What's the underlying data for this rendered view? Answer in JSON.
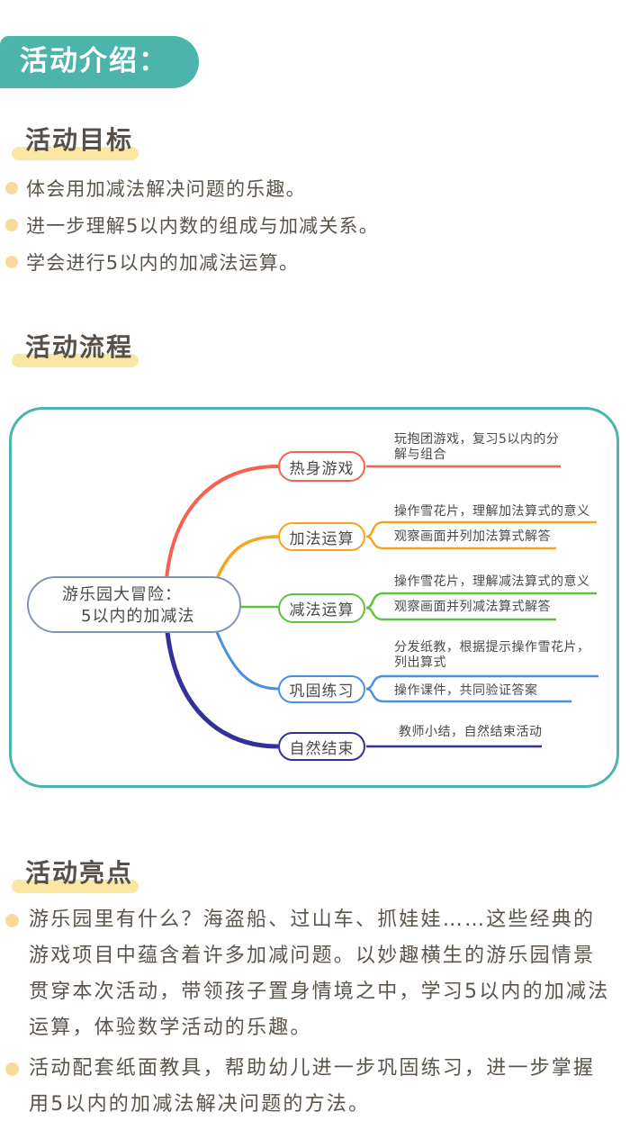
{
  "badge": "活动介绍：",
  "colors": {
    "accent_teal": "#4cb4ab",
    "heading_text": "#57504a",
    "highlight_yellow": "#fbe7a4",
    "bullet_yellow": "#f8db9a",
    "body_text": "#5b544b",
    "branch_red": "#f5604f",
    "branch_orange": "#f7a41c",
    "branch_green": "#5cc33a",
    "branch_blue": "#4a90e2",
    "branch_navy": "#34309b",
    "root_border": "#8395b5"
  },
  "sections": {
    "goals": {
      "heading": "活动目标",
      "items": [
        "体会用加减法解决问题的乐趣。",
        "进一步理解5以内数的组成与加减关系。",
        "学会进行5以内的加减法运算。"
      ]
    },
    "process": {
      "heading": "活动流程",
      "mindmap": {
        "root": {
          "line1": "游乐园大冒险：",
          "line2": "5以内的加减法"
        },
        "branches": [
          {
            "label": "热身游戏",
            "color": "#f5604f",
            "notes": [
              "玩抱团游戏，复习5以内的分解与组合"
            ]
          },
          {
            "label": "加法运算",
            "color": "#f7a41c",
            "notes": [
              "操作雪花片，理解加法算式的意义",
              "观察画面并列加法算式解答"
            ]
          },
          {
            "label": "减法运算",
            "color": "#5cc33a",
            "notes": [
              "操作雪花片，理解减法算式的意义",
              "观察画面并列减法算式解答"
            ]
          },
          {
            "label": "巩固练习",
            "color": "#4a90e2",
            "notes": [
              "分发纸教，根据提示操作雪花片，列出算式",
              "操作课件，共同验证答案"
            ]
          },
          {
            "label": "自然结束",
            "color": "#34309b",
            "notes": [
              "教师小结，自然结束活动"
            ]
          }
        ]
      }
    },
    "highlights": {
      "heading": "活动亮点",
      "items": [
        "游乐园里有什么？海盗船、过山车、抓娃娃……这些经典的游戏项目中蕴含着许多加减问题。以妙趣横生的游乐园情景贯穿本次活动，带领孩子置身情境之中，学习5以内的加减法运算，体验数学活动的乐趣。",
        "活动配套纸面教具，帮助幼儿进一步巩固练习，进一步掌握用5以内的加减法解决问题的方法。"
      ]
    }
  }
}
